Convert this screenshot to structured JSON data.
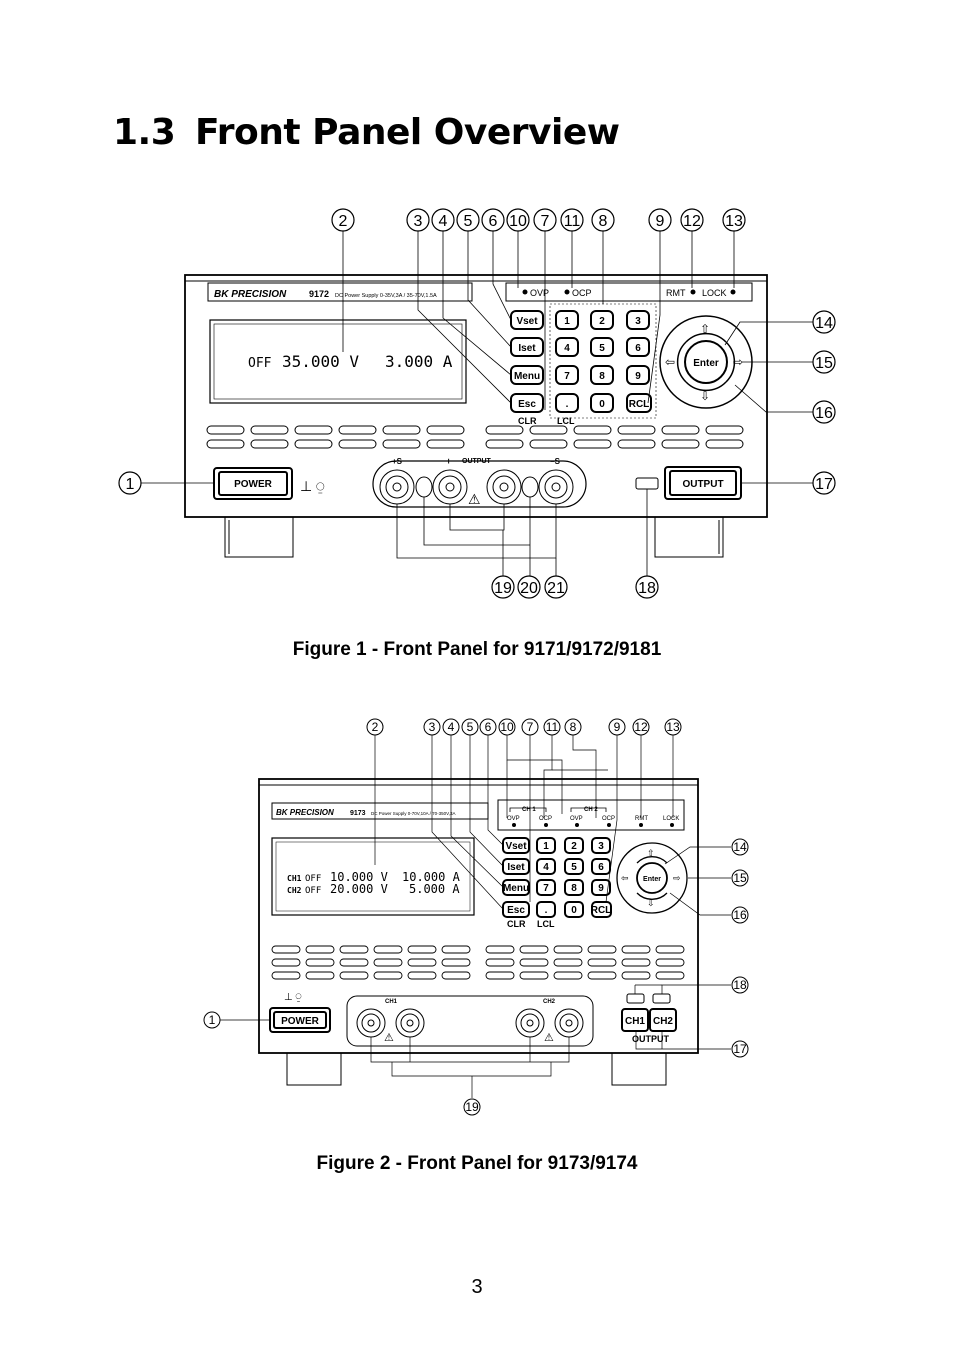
{
  "section": {
    "number": "1.3",
    "title": "Front Panel Overview"
  },
  "figure1": {
    "caption": "Figure 1 - Front Panel for 9171/9172/9181",
    "brand": "BK PRECISION",
    "model": "9172",
    "spec": "DC Power Supply 0-35V,3A / 35-70V,1.5A",
    "display": {
      "status": "OFF",
      "voltage": "35.000 V",
      "current": "3.000 A"
    },
    "indicators": [
      "OVP",
      "OCP",
      "RMT",
      "LOCK"
    ],
    "left_keys": [
      "Vset",
      "Iset",
      "Menu",
      "Esc"
    ],
    "numpad": [
      "1",
      "2",
      "3",
      "4",
      "5",
      "6",
      "7",
      "8",
      "9",
      ".",
      "0",
      "RCL"
    ],
    "sub_labels": [
      "CLR",
      "LCL"
    ],
    "enter_label": "Enter",
    "power_label": "POWER",
    "output_label": "OUTPUT",
    "terminal_labels": [
      "+S",
      "+",
      "OUTPUT",
      "−",
      "−S"
    ],
    "callouts": [
      "1",
      "2",
      "3",
      "4",
      "5",
      "6",
      "7",
      "8",
      "9",
      "10",
      "11",
      "12",
      "13",
      "14",
      "15",
      "16",
      "17",
      "18",
      "19",
      "20",
      "21"
    ]
  },
  "figure2": {
    "caption": "Figure 2 - Front Panel for 9173/9174",
    "brand": "BK PRECISION",
    "model": "9173",
    "spec": "DC Power Supply 0-70V,10A / 70-350V,3A",
    "display": {
      "row1": {
        "ch": "CH1",
        "status": "OFF",
        "voltage": "10.000 V",
        "current": "10.000 A"
      },
      "row2": {
        "ch": "CH2",
        "status": "OFF",
        "voltage": "20.000 V",
        "current": "5.000 A"
      }
    },
    "group_labels": [
      "CH 1",
      "CH 2"
    ],
    "indicators": [
      "OVP",
      "OCP",
      "OVP",
      "OCP",
      "RMT",
      "LOCK"
    ],
    "left_keys": [
      "Vset",
      "Iset",
      "Menu",
      "Esc"
    ],
    "numpad": [
      "1",
      "2",
      "3",
      "4",
      "5",
      "6",
      "7",
      "8",
      "9",
      ".",
      "0",
      "RCL"
    ],
    "sub_labels": [
      "CLR",
      "LCL"
    ],
    "enter_label": "Enter",
    "power_label": "POWER",
    "channel_buttons": [
      "CH1",
      "CH2"
    ],
    "output_label": "OUTPUT",
    "terminal_labels": [
      "CH1",
      "CH2"
    ],
    "callouts": [
      "1",
      "2",
      "3",
      "4",
      "5",
      "6",
      "7",
      "8",
      "9",
      "10",
      "11",
      "12",
      "13",
      "14",
      "15",
      "16",
      "17",
      "18",
      "19"
    ]
  },
  "page_number": "3"
}
